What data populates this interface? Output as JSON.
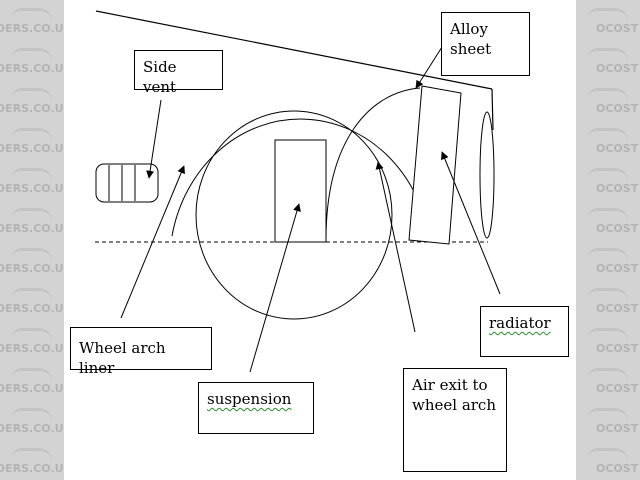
{
  "watermark": {
    "left_text": "DERS.CO.UK LOCOST",
    "right_text": "OCOST"
  },
  "labels": {
    "side_vent": "Side vent",
    "alloy_sheet_line1": "Alloy",
    "alloy_sheet_line2": "sheet",
    "wheel_arch_liner": "Wheel arch liner",
    "suspension": "suspension",
    "air_exit_line1": "Air exit to",
    "air_exit_line2": "wheel arch",
    "radiator": "radiator"
  }
}
